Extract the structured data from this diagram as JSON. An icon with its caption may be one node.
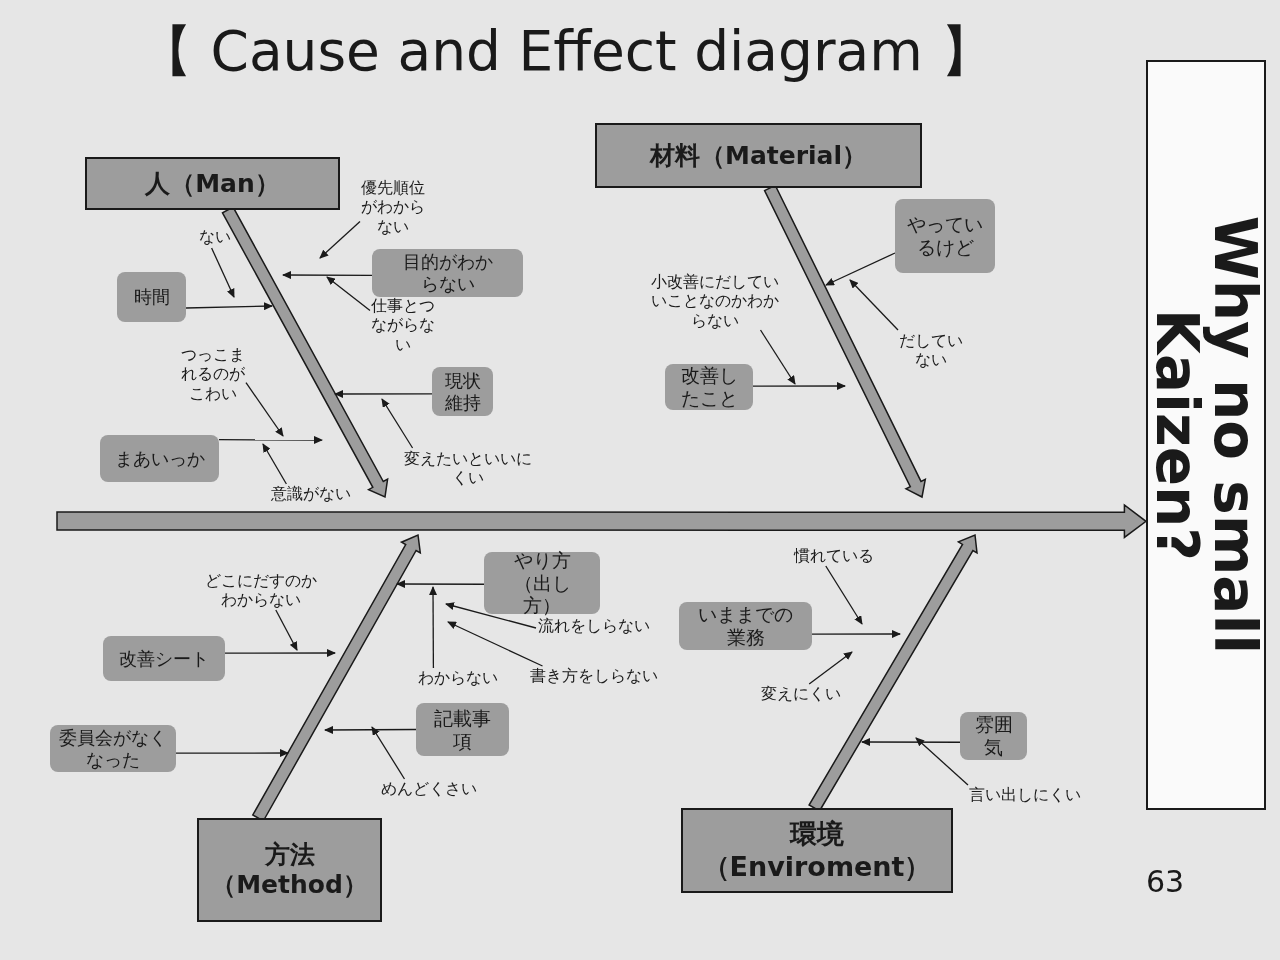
{
  "diagram": {
    "title": "【 Cause and Effect diagram 】",
    "nodes": [
      {
        "text": [
          "人（Man）"
        ]
      },
      {
        "text": [
          "材料（Material）"
        ]
      },
      {
        "text": [
          "Why no small Kaizen?"
        ]
      },
      {
        "text": [
          "方法（Method）"
        ]
      },
      {
        "text": [
          "環境（Enviroment）"
        ]
      },
      {
        "text": [
          "時間"
        ]
      },
      {
        "text": [
          "目的がわからない"
        ]
      },
      {
        "text": [
          "現状維持"
        ]
      },
      {
        "text": [
          "まあいっか"
        ]
      },
      {
        "text": [
          "やっているけど"
        ]
      },
      {
        "text": [
          "改善したこと"
        ]
      },
      {
        "text": [
          "やり方（出し方）"
        ]
      },
      {
        "text": [
          "改善シート"
        ]
      },
      {
        "text": [
          "記載事項"
        ]
      },
      {
        "text": [
          "委員会がなくなった"
        ]
      },
      {
        "text": [
          "いままでの業務"
        ]
      },
      {
        "text": [
          "雰囲気"
        ]
      },
      {
        "text": [
          "ない"
        ]
      },
      {
        "text": [
          "優先順位がわからない"
        ]
      },
      {
        "text": [
          "仕事とつながらない"
        ]
      },
      {
        "text": [
          "つっこまれるのがこわい"
        ]
      },
      {
        "text": [
          "意識がない"
        ]
      },
      {
        "text": [
          "変えたいといいにくい"
        ]
      },
      {
        "text": [
          "小改善にだしていいことなのかわからない"
        ]
      },
      {
        "text": [
          "だしていない"
        ]
      },
      {
        "text": [
          "どこにだすのかわからない"
        ]
      },
      {
        "text": [
          "流れをしらない"
        ]
      },
      {
        "text": [
          "書き方をしらない"
        ]
      },
      {
        "text": [
          "わからない"
        ]
      },
      {
        "text": [
          "めんどくさい"
        ]
      },
      {
        "text": [
          "慣れている"
        ]
      },
      {
        "text": [
          "変えにくい"
        ]
      },
      {
        "text": [
          "言い出しにくい"
        ]
      }
    ],
    "edges": [
      {
        "from": null,
        "to": 2,
        "arrow": "to",
        "style": "thick"
      },
      {
        "from": 0,
        "to": null,
        "arrow": "to",
        "style": "thick"
      },
      {
        "from": 1,
        "to": null,
        "arrow": "to",
        "style": "thick"
      },
      {
        "from": 3,
        "to": null,
        "arrow": "to",
        "style": "thick"
      },
      {
        "from": 4,
        "to": null,
        "arrow": "to",
        "style": "thick"
      },
      {
        "from": 5,
        "to": null,
        "arrow": "to"
      },
      {
        "from": 6,
        "to": null,
        "arrow": "to"
      },
      {
        "from": 7,
        "to": null,
        "arrow": "to"
      },
      {
        "from": 8,
        "to": null,
        "arrow": "to"
      },
      {
        "from": 9,
        "to": null,
        "arrow": "to"
      },
      {
        "from": 10,
        "to": null,
        "arrow": "to"
      },
      {
        "from": 11,
        "to": null,
        "arrow": "to"
      },
      {
        "from": 12,
        "to": null,
        "arrow": "to"
      },
      {
        "from": 13,
        "to": null,
        "arrow": "to"
      },
      {
        "from": 14,
        "to": null,
        "arrow": "to"
      },
      {
        "from": 15,
        "to": null,
        "arrow": "to"
      },
      {
        "from": 16,
        "to": null,
        "arrow": "to"
      },
      {
        "from": 17,
        "to": null,
        "arrow": "to"
      },
      {
        "from": 18,
        "to": null,
        "arrow": "to"
      },
      {
        "from": 19,
        "to": null,
        "arrow": "to"
      },
      {
        "from": 20,
        "to": null,
        "arrow": "to"
      },
      {
        "from": 21,
        "to": null,
        "arrow": "to"
      },
      {
        "from": 22,
        "to": null,
        "arrow": "to"
      },
      {
        "from": 23,
        "to": null,
        "arrow": "to"
      },
      {
        "from": 24,
        "to": null,
        "arrow": "to"
      },
      {
        "from": 25,
        "to": null,
        "arrow": "to"
      },
      {
        "from": 26,
        "to": null,
        "arrow": "to"
      },
      {
        "from": 27,
        "to": null,
        "arrow": "to"
      },
      {
        "from": 28,
        "to": null,
        "arrow": "to"
      },
      {
        "from": 29,
        "to": null,
        "arrow": "to"
      },
      {
        "from": 30,
        "to": null,
        "arrow": "to"
      },
      {
        "from": 31,
        "to": null,
        "arrow": "to"
      },
      {
        "from": 32,
        "to": null,
        "arrow": "to"
      }
    ],
    "labels": [
      "63"
    ]
  }
}
